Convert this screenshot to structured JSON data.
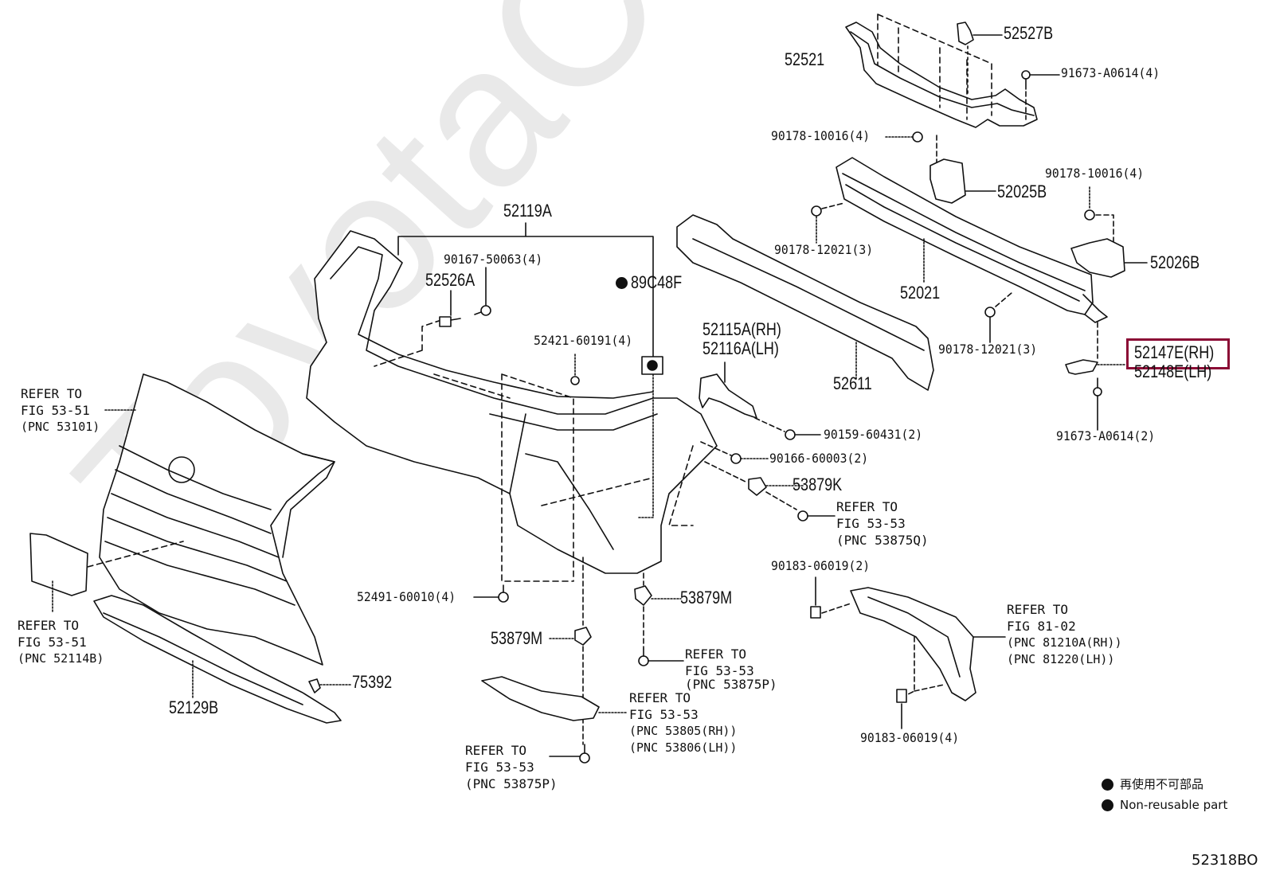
{
  "watermark": "ToyotaCarMine.ru",
  "figure_number": "52318BO",
  "highlight_color": "#8b0a35",
  "labels": {
    "p52521": "52521",
    "p52527B": "52527B",
    "p91673_A0614_4": "91673-A0614(4)",
    "p90178_10016_4_left": "90178-10016(4)",
    "p52025B": "52025B",
    "p90178_10016_4_right": "90178-10016(4)",
    "p52026B": "52026B",
    "p90178_12021_3_top": "90178-12021(3)",
    "p52021": "52021",
    "p90178_12021_3_bottom": "90178-12021(3)",
    "p52147E": "52147E(RH)",
    "p52148E": "52148E(LH)",
    "p91673_A0614_2": "91673-A0614(2)",
    "p52119A": "52119A",
    "p90167_50063_4": "90167-50063(4)",
    "p52526A": "52526A",
    "p89C48F": "89C48F",
    "p52421_60191_4": "52421-60191(4)",
    "p52115A": "52115A(RH)",
    "p52116A": "52116A(LH)",
    "p52611": "52611",
    "p90159_60431_2": "90159-60431(2)",
    "p90166_60003_2": "90166-60003(2)",
    "p53879K": "53879K",
    "p52491_60010_4": "52491-60010(4)",
    "p53879M_right": "53879M",
    "p53879M_left": "53879M",
    "p75392": "75392",
    "p52129B": "52129B",
    "p90183_06019_2": "90183-06019(2)",
    "p90183_06019_4": "90183-06019(4)"
  },
  "references": {
    "grille": [
      "REFER TO",
      "FIG 53-51",
      "(PNC 53101)"
    ],
    "plate": [
      "REFER TO",
      "FIG 53-51",
      "(PNC 52114B)"
    ],
    "clip_53875Q": [
      "REFER TO",
      "FIG 53-53",
      "(PNC 53875Q)"
    ],
    "fog_lamp": [
      "REFER TO",
      "FIG 81-02",
      "(PNC 81210A(RH))",
      "(PNC 81220(LH))"
    ],
    "bolt_53875P_right": [
      "REFER TO",
      "FIG 53-53",
      "(PNC 53875P)"
    ],
    "undercover": [
      "REFER TO",
      "FIG 53-53",
      "(PNC 53805(RH))",
      "(PNC 53806(LH))"
    ],
    "bolt_53875P_bottom": [
      "REFER TO",
      "FIG 53-53",
      "(PNC 53875P)"
    ]
  },
  "legend": {
    "items": [
      {
        "icon": "filled-circle",
        "text": "再使用不可部品"
      },
      {
        "icon": "filled-circle",
        "text": "Non-reusable part"
      }
    ]
  }
}
